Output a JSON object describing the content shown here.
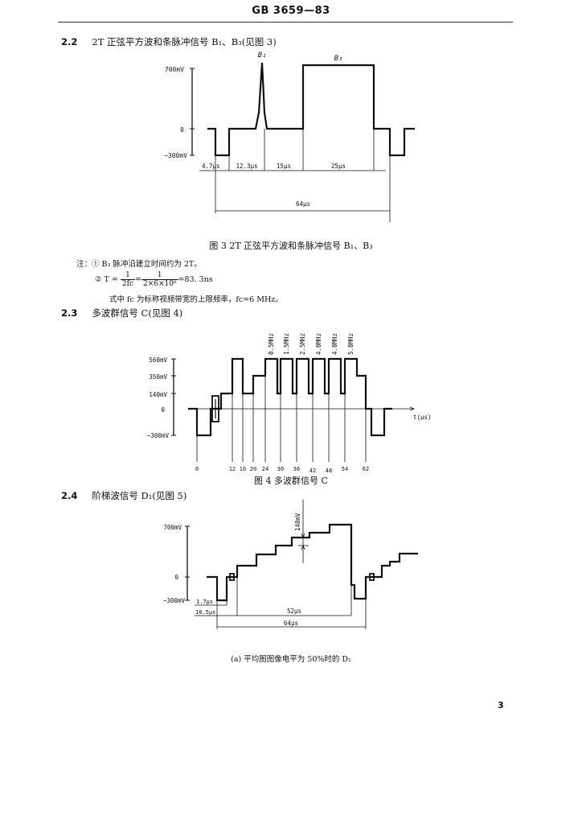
{
  "header": {
    "text": "GB  3659—83"
  },
  "sections": [
    {
      "num": "2.2",
      "title": "2T 正弦平方波和条脉冲信号 B₁、B₃(见图 3)"
    },
    {
      "num": "2.3",
      "title": "多波群信号 C(见图 4)"
    },
    {
      "num": "2.4",
      "title": "阶梯波信号 D₁(见图 5)"
    }
  ],
  "fig3": {
    "caption": "图 3   2T 正弦平方波和条脉冲信号 B₁、B₃",
    "pulse_labels": [
      "B₁",
      "B₃"
    ],
    "y_labels": [
      "700mV",
      "0",
      "−300mV"
    ],
    "segments": [
      "4.7μs",
      "12.3μs",
      "15μs",
      "25μs"
    ],
    "total": "64μs"
  },
  "notes": {
    "line1": "注：① B₃ 脉冲沿建立时间约为 2T。",
    "line2_prefix": "② T =",
    "frac1_top": "1",
    "frac1_bot": "2fc",
    "frac2_top": "1",
    "frac2_bot": "2×6×10⁶",
    "line2_result": "=83. 3ns",
    "line3": "式中 fc 为标称视频带宽的上限频率，fc=6 MHz。"
  },
  "fig4": {
    "caption": "图 4   多波群信号 C",
    "y_labels": [
      "560mV",
      "350mV",
      "140mV",
      "0",
      "−300mV"
    ],
    "freqs": [
      "0.5MHz",
      "1.5MHz",
      "2.5MHz",
      "4.0MHz",
      "4.8MHz",
      "5.8MHz"
    ],
    "x_ticks": [
      "0",
      "12",
      "16",
      "20",
      "24",
      "30",
      "36",
      "42",
      "48",
      "54",
      "62"
    ],
    "axis_unit": "t(μs)"
  },
  "fig5": {
    "caption": "(a) 平均图图像电平为 50%时的 D₁",
    "y_labels": [
      "700mV",
      "0",
      "−300mV"
    ],
    "step_label": "140mV",
    "dims": [
      "1.7μs",
      "10.5μs",
      "52μs",
      "64μs"
    ]
  },
  "page_number": "3"
}
